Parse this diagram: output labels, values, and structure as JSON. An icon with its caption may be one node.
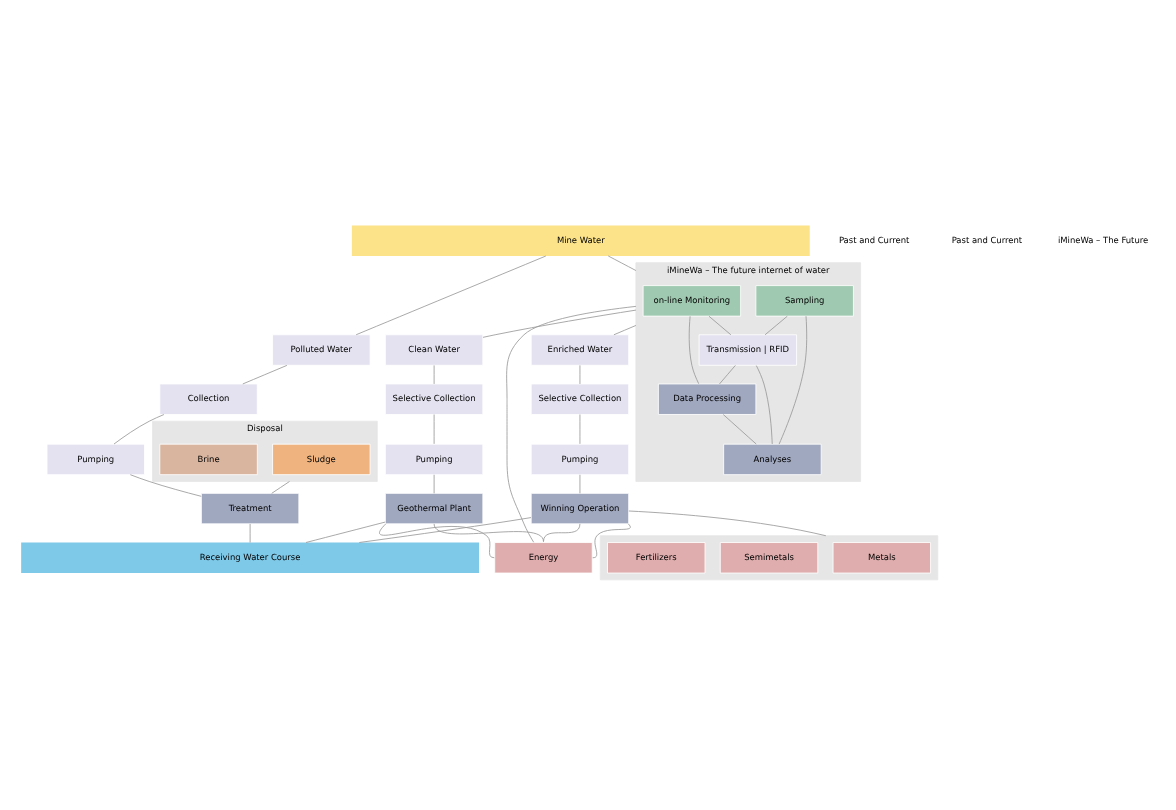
{
  "diagram": {
    "nodes": [
      {
        "text": [
          "Mine Water"
        ]
      },
      {
        "text": [
          "Polluted Water"
        ]
      },
      {
        "text": [
          "Collection"
        ]
      },
      {
        "text": [
          "Pumping"
        ]
      },
      {
        "text": [
          "Treatment"
        ]
      },
      {
        "text": [
          "Disposal"
        ]
      },
      {
        "text": [
          "Sludge"
        ],
        "in": 5
      },
      {
        "text": [
          "Brine"
        ],
        "in": 5
      },
      {
        "text": [
          "iMineWa – The future internet of water"
        ]
      },
      {
        "text": [
          "on-line Monitoring"
        ],
        "in": 8
      },
      {
        "text": [
          "Sampling"
        ],
        "in": 8
      },
      {
        "text": [
          "Transmission | RFID"
        ],
        "in": 8
      },
      {
        "text": [
          "Analyses"
        ],
        "in": 8
      },
      {
        "text": [
          "Data Processing"
        ],
        "in": 8
      },
      {
        "text": [
          "Clean Water"
        ]
      },
      {
        "text": [
          "Enriched Water"
        ]
      },
      {
        "text": [
          "Selective Collection"
        ]
      },
      {
        "text": [
          "Selective Collection"
        ]
      },
      {
        "text": [
          "Pumping"
        ]
      },
      {
        "text": [
          "Pumping"
        ]
      },
      {
        "text": [
          "Geothermal Plant"
        ]
      },
      {
        "text": [
          "Winning Operation"
        ]
      },
      {
        "text": [
          "Energy"
        ]
      },
      {
        "text": [],
        "shape": "box"
      },
      {
        "text": [
          "Metals"
        ],
        "in": 23
      },
      {
        "text": [
          "Semimetals"
        ],
        "in": 23
      },
      {
        "text": [
          "Fertilizers"
        ],
        "in": 23
      },
      {
        "text": [
          "Receiving Water Course"
        ]
      }
    ],
    "edges": [
      {
        "from": 0,
        "to": 1,
        "arrow": "none"
      },
      {
        "from": 1,
        "to": 2,
        "arrow": "none"
      },
      {
        "from": 2,
        "to": 3,
        "arrow": "none"
      },
      {
        "from": 3,
        "to": 4,
        "arrow": "none"
      },
      {
        "from": 4,
        "to": 27,
        "arrow": "none"
      },
      {
        "from": 5,
        "to": 4,
        "arrow": "none"
      },
      {
        "from": 0,
        "to": 8,
        "arrow": "none"
      },
      {
        "from": 9,
        "to": 11,
        "arrow": "none"
      },
      {
        "from": 9,
        "to": 13,
        "arrow": "none"
      },
      {
        "from": 10,
        "to": 11,
        "arrow": "none"
      },
      {
        "from": 10,
        "to": 12,
        "arrow": "none"
      },
      {
        "from": 11,
        "to": 12,
        "arrow": "none"
      },
      {
        "from": 11,
        "to": 13,
        "arrow": "none"
      },
      {
        "from": 13,
        "to": 12,
        "arrow": "none"
      },
      {
        "from": 8,
        "to": 14,
        "arrow": "none"
      },
      {
        "from": 8,
        "to": 22,
        "arrow": "none"
      },
      {
        "from": 8,
        "to": 15,
        "arrow": "none"
      },
      {
        "from": 14,
        "to": 16,
        "arrow": "none"
      },
      {
        "from": 16,
        "to": 18,
        "arrow": "none"
      },
      {
        "from": 18,
        "to": 20,
        "arrow": "none"
      },
      {
        "from": 15,
        "to": 17,
        "arrow": "none"
      },
      {
        "from": 17,
        "to": 19,
        "arrow": "none"
      },
      {
        "from": 19,
        "to": 21,
        "arrow": "none"
      },
      {
        "from": 20,
        "to": 22,
        "arrow": "none"
      },
      {
        "from": 20,
        "to": 22,
        "arrow": "none"
      },
      {
        "from": 21,
        "to": 22,
        "arrow": "none"
      },
      {
        "from": 21,
        "to": 22,
        "arrow": "none"
      },
      {
        "from": 21,
        "to": 23,
        "arrow": "none"
      },
      {
        "from": 20,
        "to": 27,
        "arrow": "none"
      },
      {
        "from": 21,
        "to": 27,
        "arrow": "none"
      }
    ],
    "labels": [
      "Past and Current",
      "Past and Current",
      "iMineWa – The Future"
    ]
  }
}
